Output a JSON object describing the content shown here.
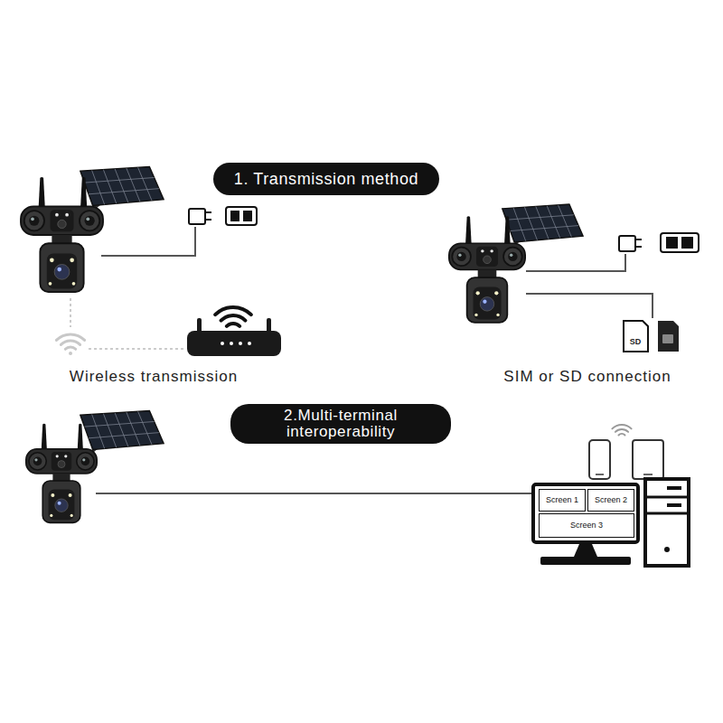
{
  "diagram": {
    "nodes": [
      {
        "text": [
          "1. Transmission method"
        ]
      },
      {
        "text": [
          "2.Multi-terminal interoperability"
        ]
      },
      {
        "text": [
          "Screen 1"
        ]
      },
      {
        "text": [
          "Screen 2"
        ]
      },
      {
        "text": [
          "Screen 3"
        ]
      }
    ],
    "labels": [
      "Wireless transmission",
      "SIM or SD connection",
      "SD"
    ]
  }
}
